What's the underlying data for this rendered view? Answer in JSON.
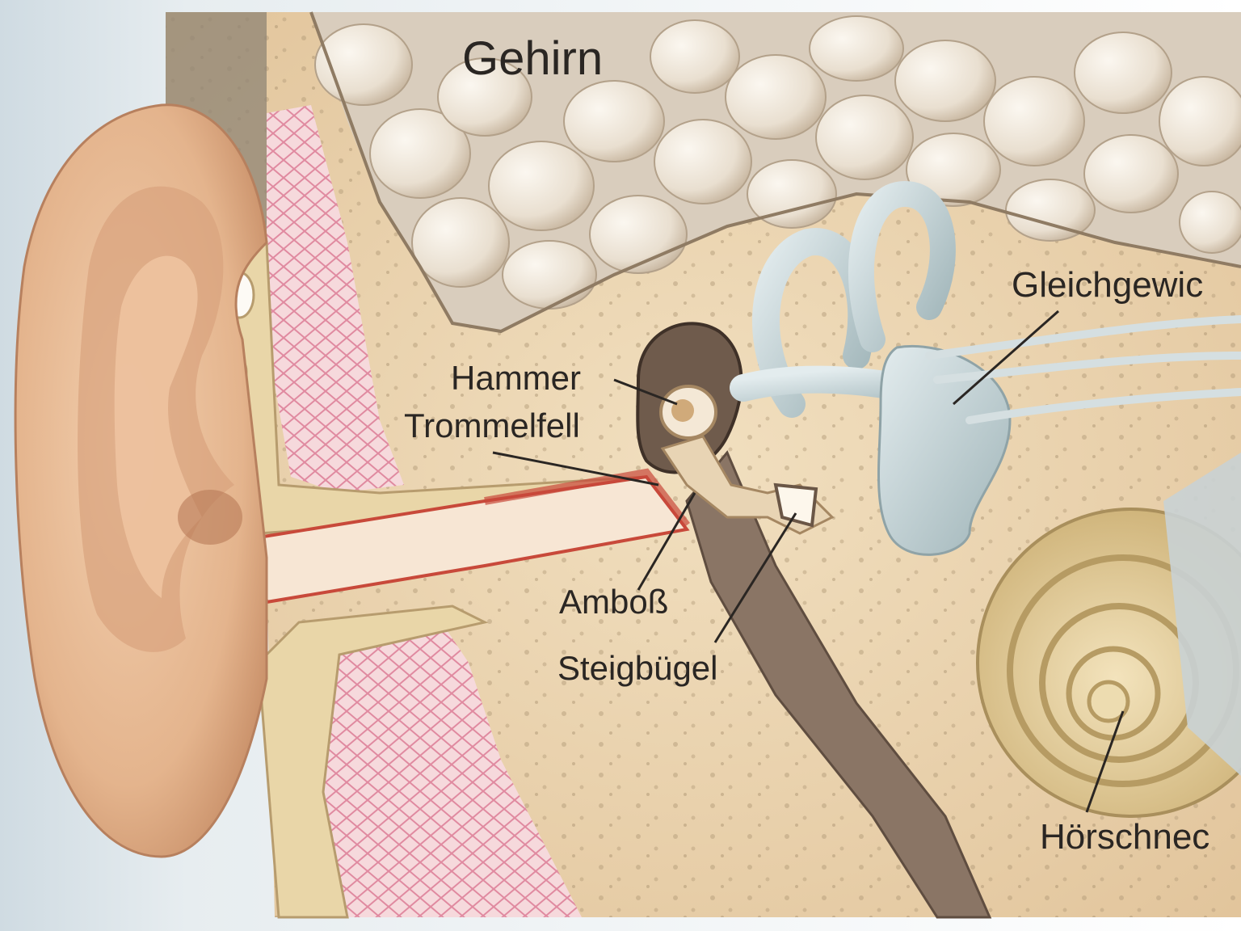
{
  "labels": {
    "brain": "Gehirn",
    "balance_organ": "Gleichgewic",
    "hammer": "Hammer",
    "eardrum": "Trommelfell",
    "anvil": "Amboß",
    "stirrup": "Steigbügel",
    "cochlea": "Hörschnec"
  },
  "colors": {
    "background_left": "#dfe7ec",
    "skin": "#e6b892",
    "bone": "#ecd6b0",
    "brain": "#efe6d9",
    "tissue_pink": "#f2c8cf",
    "canal_red": "#c8493a",
    "labyrinth_blue": "#c4d3d6",
    "cochlea_gold": "#e2cc93",
    "label_text": "#2a2623"
  }
}
